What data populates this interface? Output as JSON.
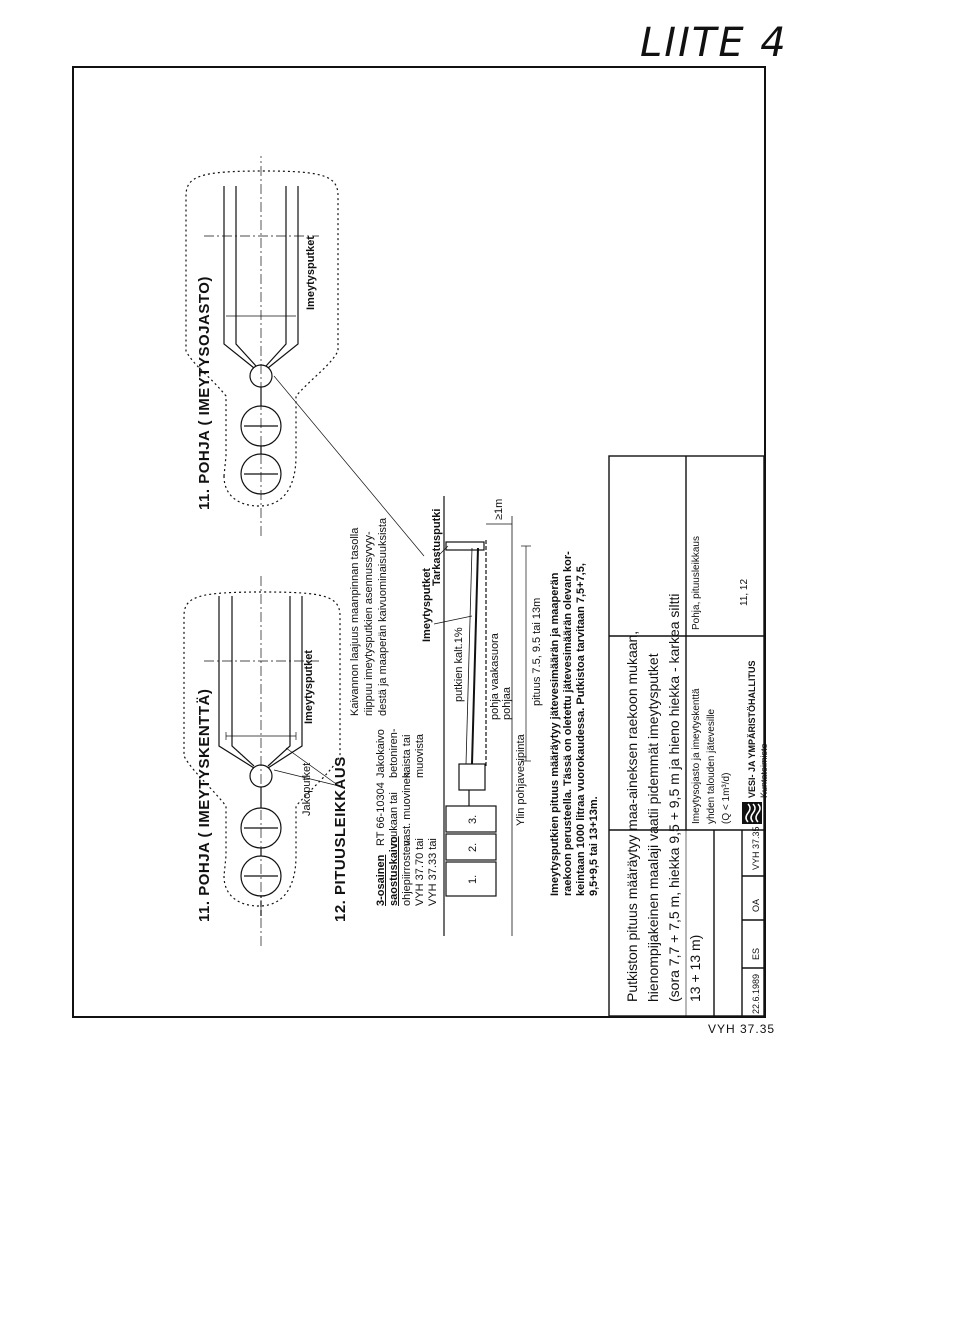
{
  "header": {
    "handwritten_label": "LIITE 4",
    "footer_code": "VYH 37.35"
  },
  "plan_a": {
    "title": "11. POHJA ( IMEYTYSKENTTÄ)",
    "pipe_label": "Imeytysputket",
    "jako_label": "Jakoputket"
  },
  "plan_b": {
    "title": "11. POHJA ( IMEYTYSOJASTO)",
    "pipe_label": "Imeytysputket"
  },
  "excavation_note": [
    "Kaivannon laajuus maanpinnan tasolla",
    "riippuu imeytysputkien asennussyvyy-",
    "destä ja maaperän kaivuominaisuuksista"
  ],
  "section": {
    "title": "12. PITUUSLEIKKAUS",
    "tank_title": "3-osainen",
    "tank_sub": "saostuskaivo",
    "tank_lines": [
      "ohjepiirrosten",
      "VYH 37.70 tai",
      "VYH 37.33 tai",
      "RT 66-10304",
      "mukaan tai",
      "vast. muovinen"
    ],
    "jako_lines": [
      "Jakokaivo",
      "betoniren-",
      "kaista tai",
      "muovista"
    ],
    "imeytys_label": "Imeytysputket",
    "tarkastus_label": "Tarkastusputki",
    "slope_label": "putkien kalt.1%",
    "bottom_label_1": "pohja vaakasuora",
    "bottom_label_2": "pohjaa",
    "length_label": "pituus 7.5, 9.5 tai 13m",
    "depth_label": "≥1m",
    "groundwater_label": "Ylin pohjavesipinta",
    "chamber_1": "1.",
    "chamber_2": "2.",
    "chamber_3": "3."
  },
  "length_note": [
    "Imeytysputkien pituus määräytyy jätevesimäärän ja maaperän",
    "raekoon perusteella. Tässä on oletettu jätevesimäärän olevan kor-",
    "keintaan 1000 litraa vuorokaudessa. Putkistoa tarvitaan 7,5+7,5,",
    "9,5+9,5 tai 13+13m."
  ],
  "handwritten_note": [
    "Putkiston pituus määräytyy maa-aineksen raekoon mukaan,",
    "hienompijakeinen maalaji vaatii pidemmät imeytysputket",
    "(sora 7,7 + 7,5 m, hiekka 9,5 + 9,5 m ja hieno hiekka - karkea siltti",
    "13 + 13 m)"
  ],
  "title_block": {
    "desc_lines": [
      "Imeytysojasto ja imeytyskenttä",
      "yhden talouden jätevesille",
      "(Q < 1m³/d)"
    ],
    "drawing_title": "Pohja, pituusleikkaus",
    "authority": "VESI- JA YMPÄRISTÖHALLITUS",
    "office": "Kuntatoimisto",
    "sheet": "11, 12",
    "date": "22.6.1989",
    "drawn": "ES",
    "checked": "OA",
    "code": "VYH 37.35"
  }
}
